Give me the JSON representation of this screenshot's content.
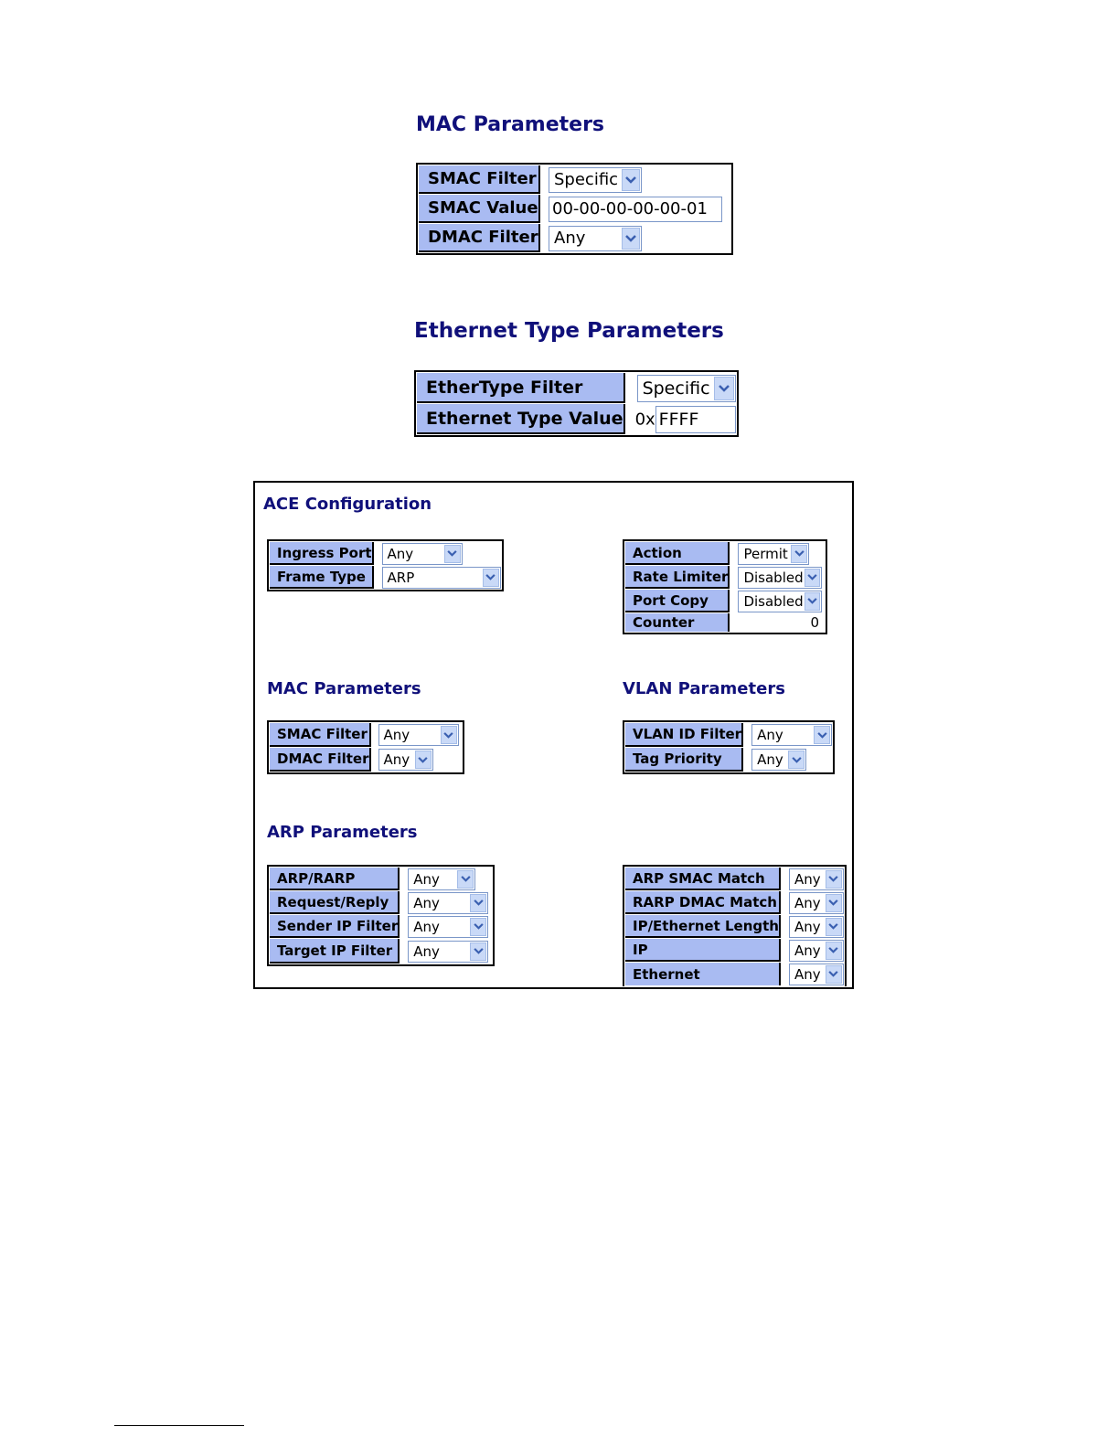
{
  "mac_top": {
    "title": "MAC Parameters",
    "smac_filter": {
      "label": "SMAC Filter",
      "value": "Specific"
    },
    "smac_value": {
      "label": "SMAC Value",
      "value": "00-00-00-00-00-01"
    },
    "dmac_filter": {
      "label": "DMAC Filter",
      "value": "Any"
    }
  },
  "ethertype": {
    "title": "Ethernet Type Parameters",
    "filter": {
      "label": "EtherType Filter",
      "value": "Specific"
    },
    "value": {
      "label": "Ethernet Type Value",
      "prefix": "0x",
      "value": "FFFF"
    }
  },
  "ace": {
    "title": "ACE Configuration",
    "ingress_port": {
      "label": "Ingress Port",
      "value": "Any"
    },
    "frame_type": {
      "label": "Frame Type",
      "value": "ARP"
    },
    "action": {
      "label": "Action",
      "value": "Permit"
    },
    "rate_limiter": {
      "label": "Rate Limiter",
      "value": "Disabled"
    },
    "port_copy": {
      "label": "Port Copy",
      "value": "Disabled"
    },
    "counter": {
      "label": "Counter",
      "value": "0"
    },
    "mac": {
      "title": "MAC Parameters",
      "smac_filter": {
        "label": "SMAC Filter",
        "value": "Any"
      },
      "dmac_filter": {
        "label": "DMAC Filter",
        "value": "Any"
      }
    },
    "vlan": {
      "title": "VLAN Parameters",
      "vlan_id_filter": {
        "label": "VLAN ID Filter",
        "value": "Any"
      },
      "tag_priority": {
        "label": "Tag Priority",
        "value": "Any"
      }
    },
    "arp": {
      "title": "ARP Parameters",
      "arp_rarp": {
        "label": "ARP/RARP",
        "value": "Any"
      },
      "request_reply": {
        "label": "Request/Reply",
        "value": "Any"
      },
      "sender_ip_filter": {
        "label": "Sender IP Filter",
        "value": "Any"
      },
      "target_ip_filter": {
        "label": "Target IP Filter",
        "value": "Any"
      },
      "arp_smac_match": {
        "label": "ARP SMAC Match",
        "value": "Any"
      },
      "rarp_dmac_match": {
        "label": "RARP DMAC Match",
        "value": "Any"
      },
      "ip_ethernet_length": {
        "label": "IP/Ethernet Length",
        "value": "Any"
      },
      "ip": {
        "label": "IP",
        "value": "Any"
      },
      "ethernet": {
        "label": "Ethernet",
        "value": "Any"
      }
    }
  },
  "colors": {
    "heading": "#10107a",
    "label_bg": "#a9bbf2",
    "select_border": "#7a96c8",
    "arrow_bg": "#c9d9f7"
  }
}
